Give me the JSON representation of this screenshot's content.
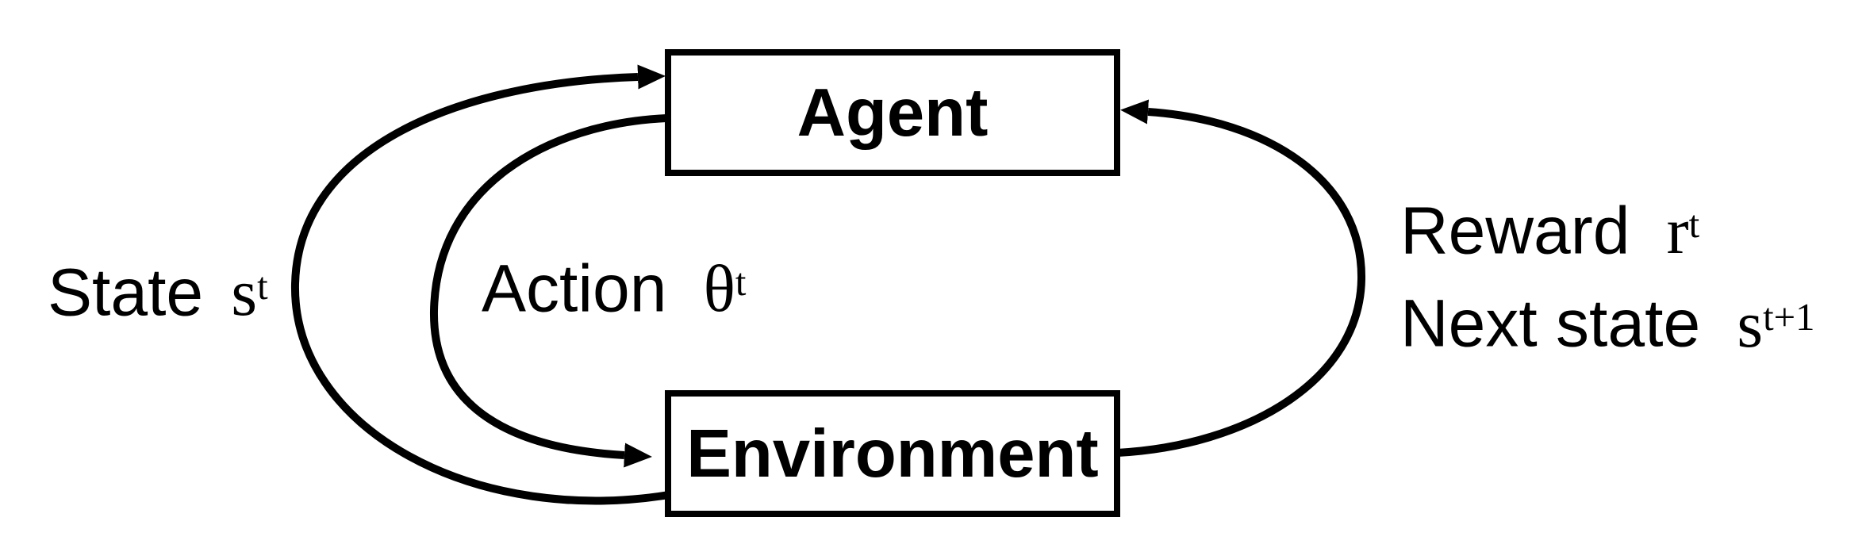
{
  "colors": {
    "ink": "#000000",
    "background": "#ffffff"
  },
  "nodes": {
    "agent": {
      "label": "Agent"
    },
    "environment": {
      "label": "Environment"
    }
  },
  "edges": {
    "state": {
      "label": "State",
      "symbol": "s",
      "superscript": "t",
      "from": "environment",
      "to": "agent"
    },
    "action": {
      "label": "Action",
      "symbol": "θ",
      "superscript": "t",
      "from": "agent",
      "to": "environment"
    },
    "reward": {
      "label": "Reward",
      "symbol": "r",
      "superscript": "t",
      "from": "environment",
      "to": "agent"
    },
    "next_state": {
      "label": "Next state",
      "symbol": "s",
      "superscript": "t+1",
      "from": "environment",
      "to": "agent"
    }
  }
}
